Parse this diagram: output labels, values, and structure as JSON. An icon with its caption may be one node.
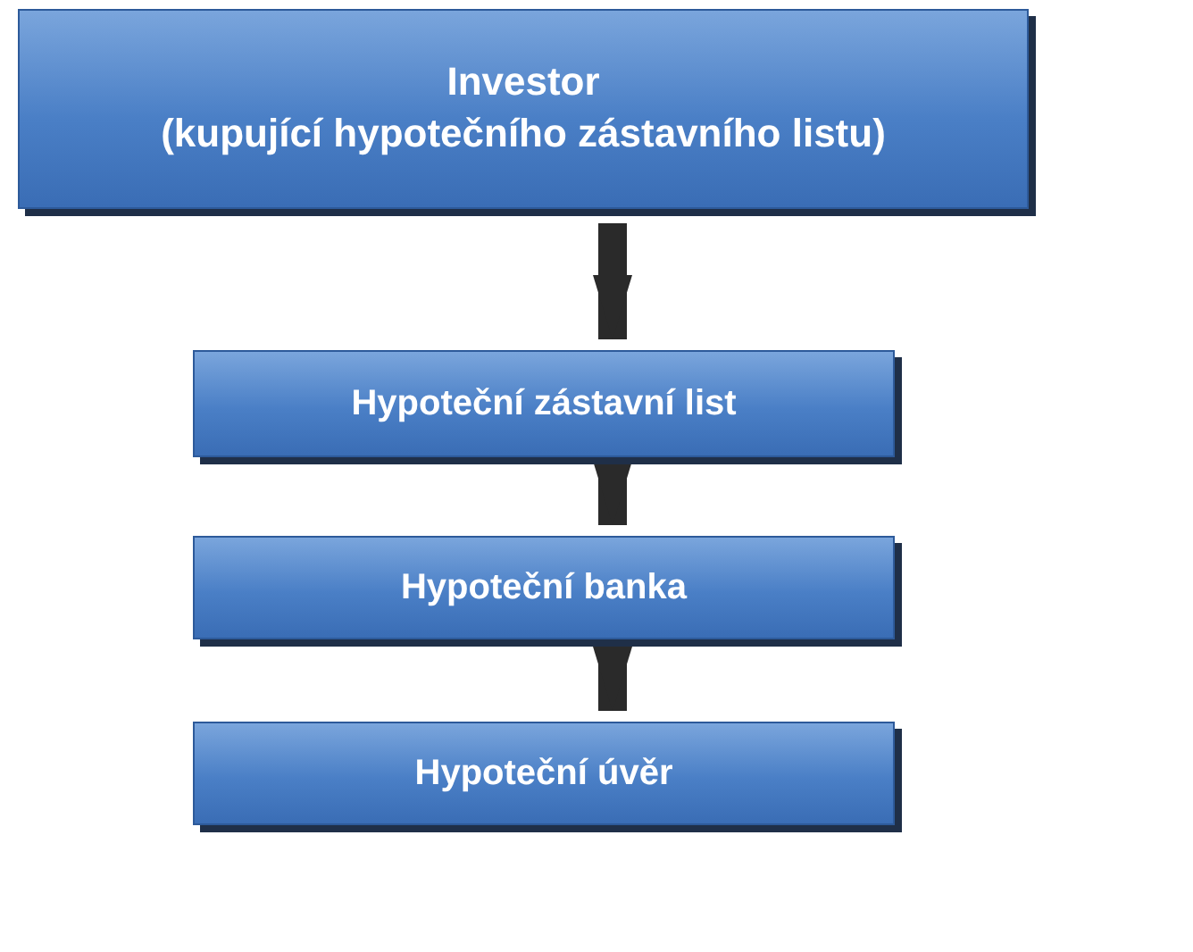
{
  "diagram": {
    "nodes": [
      {
        "text": [
          "Investor",
          "(kupující hypotečního zástavního listu)"
        ]
      },
      {
        "text": [
          "Hypoteční zástavní list"
        ]
      },
      {
        "text": [
          "Hypoteční banka"
        ]
      },
      {
        "text": [
          "Hypoteční úvěr"
        ]
      }
    ],
    "edges": [
      {
        "from": 0,
        "to": 1,
        "arrow": "to"
      },
      {
        "from": 1,
        "to": 2,
        "arrow": "to"
      },
      {
        "from": 2,
        "to": 3,
        "arrow": "to"
      }
    ]
  }
}
